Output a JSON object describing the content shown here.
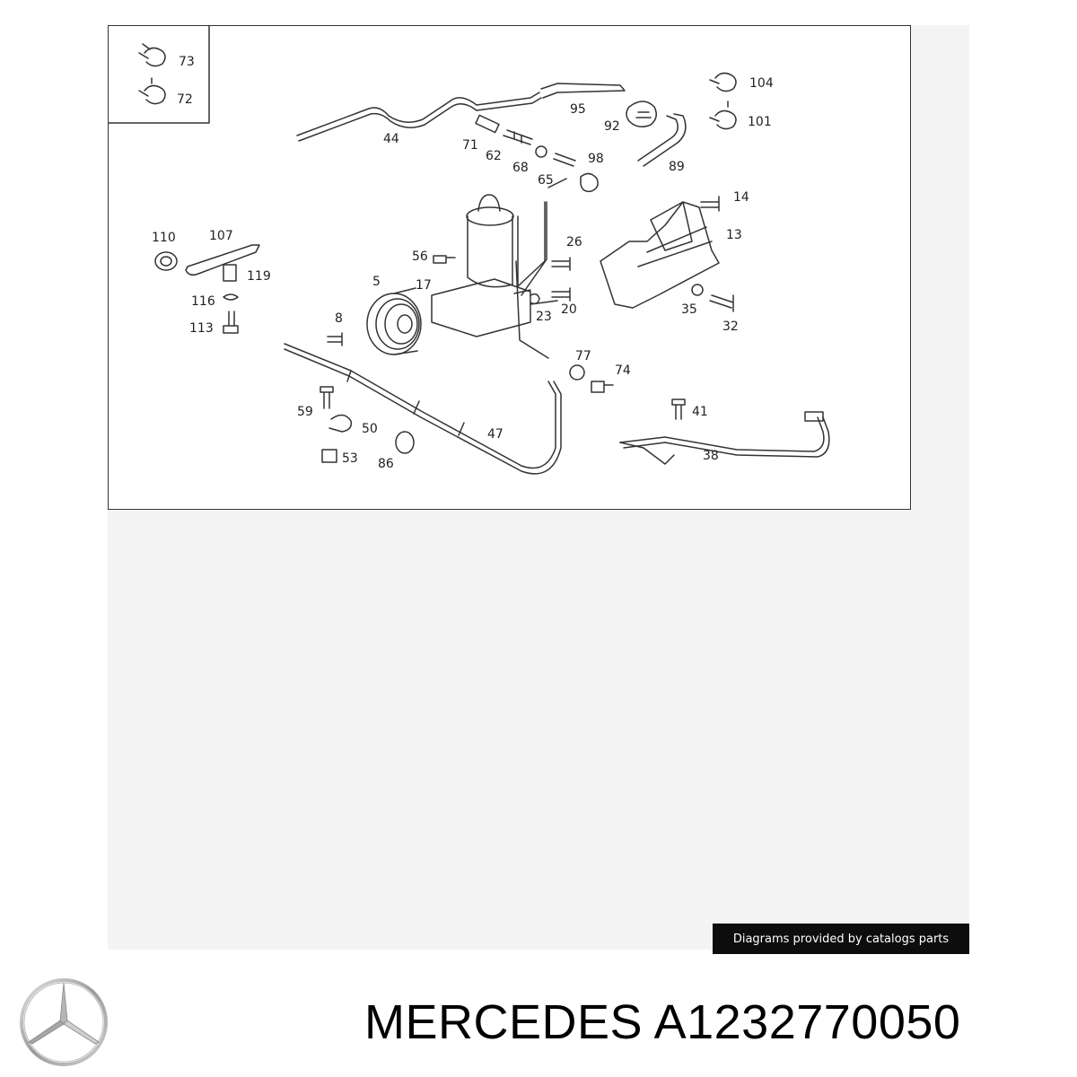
{
  "diagram": {
    "part_numbers": [
      "73",
      "72",
      "104",
      "101",
      "44",
      "95",
      "92",
      "71",
      "62",
      "68",
      "98",
      "65",
      "89",
      "14",
      "13",
      "110",
      "107",
      "119",
      "116",
      "113",
      "56",
      "26",
      "17",
      "5",
      "8",
      "23",
      "20",
      "35",
      "32",
      "77",
      "74",
      "59",
      "50",
      "53",
      "86",
      "47",
      "41",
      "38"
    ]
  },
  "credit": {
    "text": "Diagrams provided by catalogs parts"
  },
  "footer": {
    "brand": "MERCEDES",
    "part_number": "A1232770050"
  }
}
